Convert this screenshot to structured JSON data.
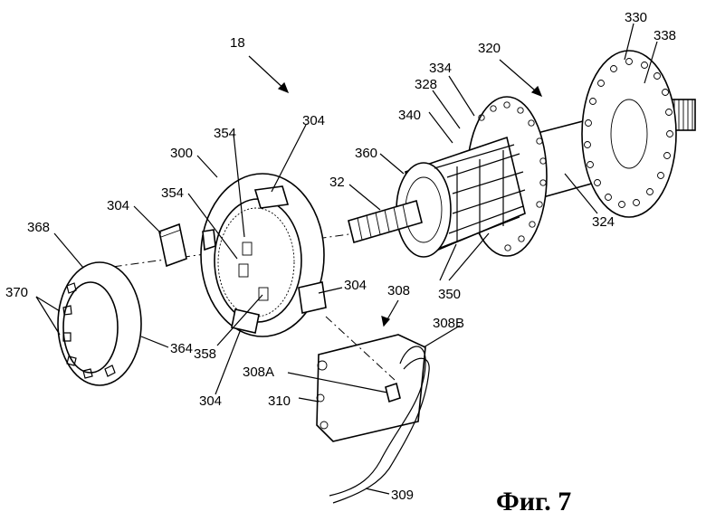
{
  "figure_caption": "Фиг. 7",
  "labels": {
    "l18": "18",
    "l320": "320",
    "l330": "330",
    "l338": "338",
    "l334": "334",
    "l328": "328",
    "l340": "340",
    "l360": "360",
    "l32": "32",
    "l324": "324",
    "l350": "350",
    "l304_top": "304",
    "l354_a": "354",
    "l300": "300",
    "l354_b": "354",
    "l304_left": "304",
    "l368": "368",
    "l370": "370",
    "l304_right": "304",
    "l308": "308",
    "l308B": "308B",
    "l364": "364",
    "l358": "358",
    "l308A": "308A",
    "l304_bottom": "304",
    "l310": "310",
    "l309": "309"
  }
}
